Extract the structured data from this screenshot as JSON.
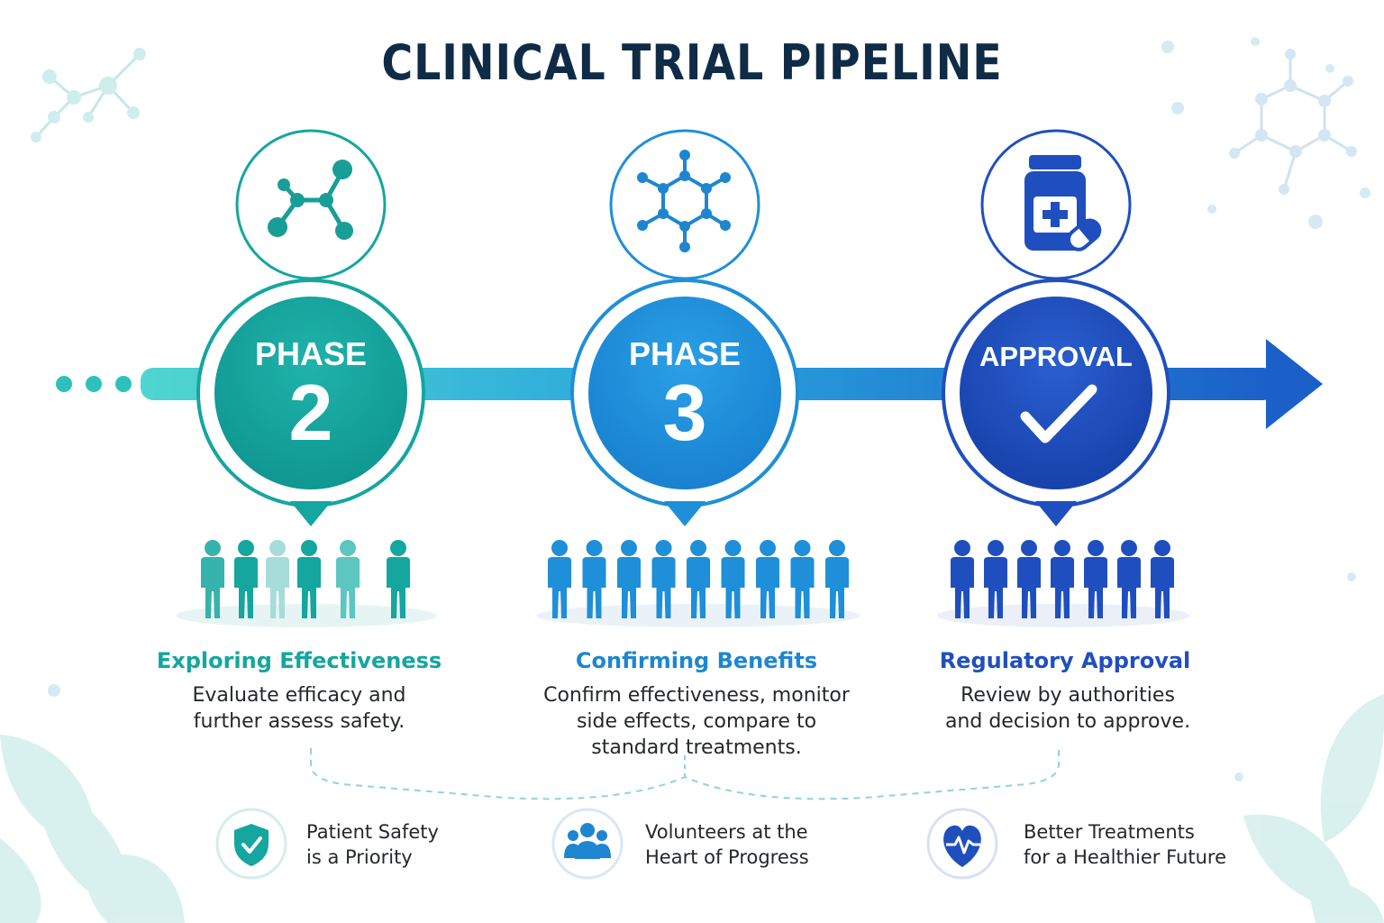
{
  "title": "CLINICAL TRIAL PIPELINE",
  "colors": {
    "teal": "#14a69f",
    "blue": "#1e8fd8",
    "navy": "#1f4fbf",
    "dark": "#0f2b46"
  },
  "stages": [
    {
      "word": "PHASE",
      "number": "2",
      "icon": "molecule-icon",
      "heading": "Exploring Effectiveness",
      "desc": [
        "Evaluate efficacy and",
        "further assess safety."
      ]
    },
    {
      "word": "PHASE",
      "number": "3",
      "icon": "hexagon-molecule-icon",
      "heading": "Confirming Benefits",
      "desc": [
        "Confirm effectiveness, monitor",
        "side effects, compare to",
        "standard treatments."
      ]
    },
    {
      "word": "APPROVAL",
      "number": "",
      "icon": "medicine-bottle-icon",
      "heading": "Regulatory Approval",
      "desc": [
        "Review by authorities",
        "and decision to approve."
      ]
    }
  ],
  "footer": [
    {
      "icon": "shield-check-icon",
      "lines": [
        "Patient Safety",
        "is a Priority"
      ]
    },
    {
      "icon": "people-group-icon",
      "lines": [
        "Volunteers at the",
        "Heart of Progress"
      ]
    },
    {
      "icon": "heart-pulse-icon",
      "lines": [
        "Better Treatments",
        "for a Healthier Future"
      ]
    }
  ]
}
